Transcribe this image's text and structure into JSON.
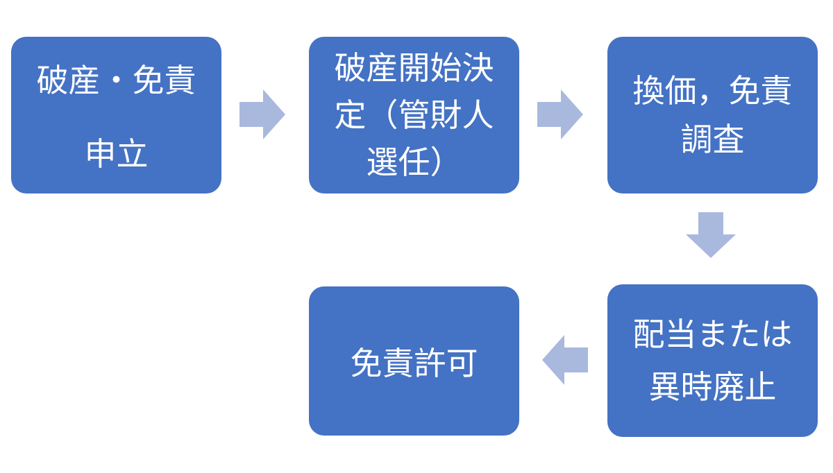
{
  "flowchart": {
    "steps": [
      {
        "lines": [
          "破産・免責",
          "申立"
        ]
      },
      {
        "lines": [
          "破産開始決",
          "定（管財人",
          "選任）"
        ]
      },
      {
        "lines": [
          "換価，免責",
          "調査"
        ]
      },
      {
        "lines": [
          "配当または",
          "異時廃止"
        ]
      },
      {
        "lines": [
          "免責許可"
        ]
      }
    ]
  },
  "colors": {
    "box_fill": "#4472c4",
    "arrow_fill": "#a9b8dd",
    "text": "#ffffff"
  }
}
